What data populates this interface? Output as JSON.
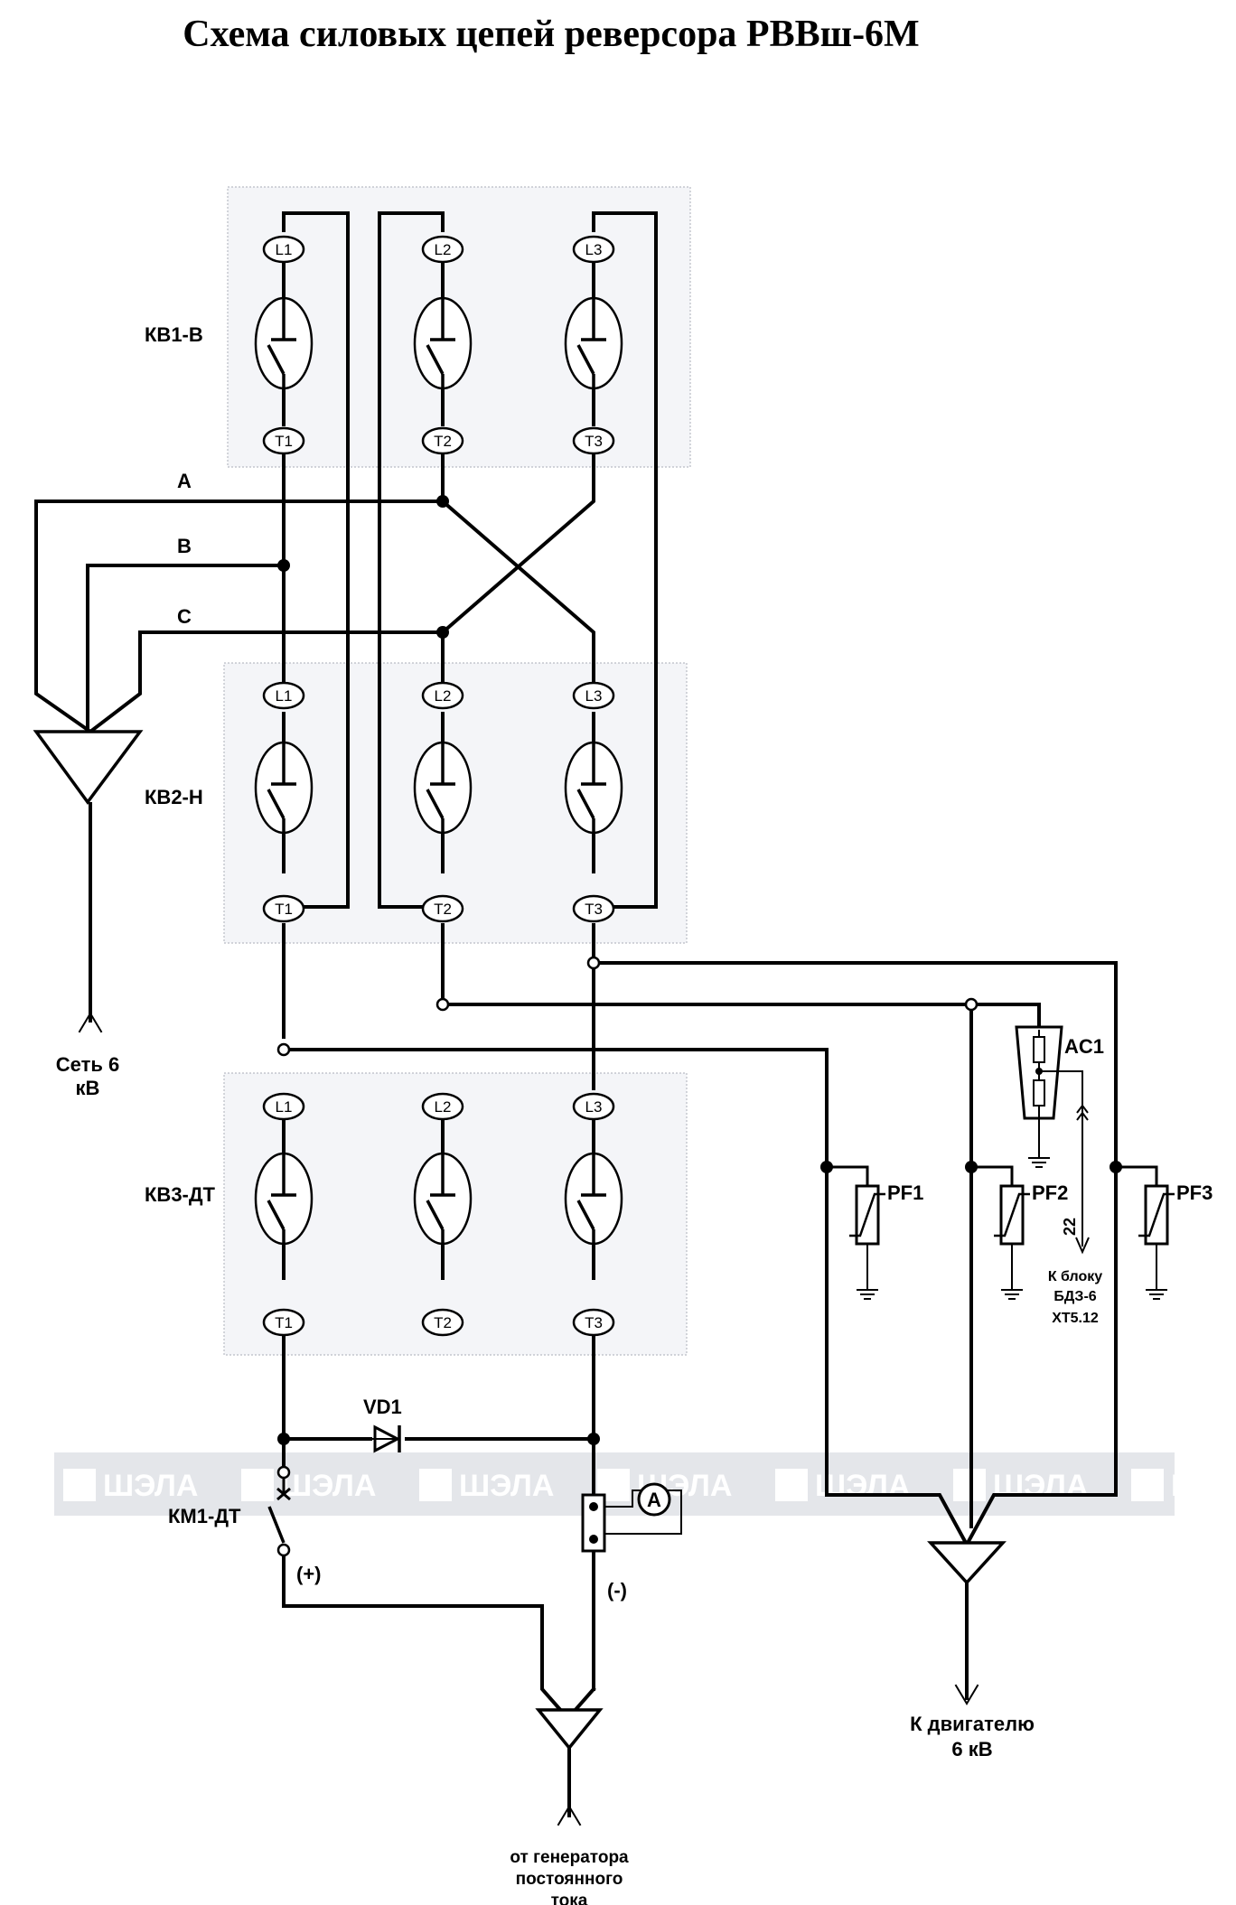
{
  "title": "Схема силовых цепей реверсора РВВш-6М",
  "breakers": {
    "kv1": "КВ1-В",
    "kv2": "КВ2-Н",
    "kv3": "КВ3-ДТ"
  },
  "terminals": {
    "line": [
      "L1",
      "L2",
      "L3"
    ],
    "load": [
      "T1",
      "T2",
      "T3"
    ]
  },
  "phases": [
    "A",
    "B",
    "C"
  ],
  "network": "Сеть 6 кВ",
  "motor": "К двигателю 6 кВ",
  "generator": "от генератора постоянного тока",
  "diode": "VD1",
  "contactor": "КМ1-ДТ",
  "polarity": {
    "plus": "(+)",
    "minus": "(-)"
  },
  "ammeter": "A",
  "ac1": "AC1",
  "arresters": [
    "PF1",
    "PF2",
    "PF3"
  ],
  "wire_number": "22",
  "to_block": "К блоку БДЗ-6 XT5.12",
  "watermark": "ШЭЛА"
}
